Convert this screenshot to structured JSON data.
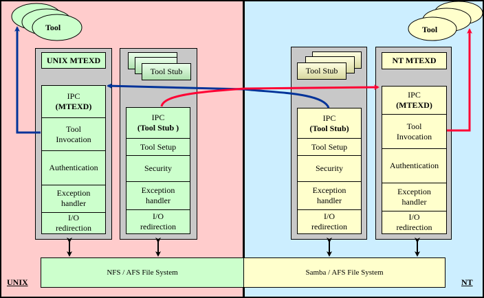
{
  "diagram": {
    "regions": {
      "unix": {
        "label": "UNIX",
        "color": "#ffcccc"
      },
      "nt": {
        "label": "NT",
        "color": "#cceeff"
      }
    },
    "tools": {
      "unix_tool": {
        "label": "Tool",
        "color": "#ccffcc"
      },
      "nt_tool": {
        "label": "Tool",
        "color": "#ffffcc"
      }
    },
    "unix_mtexd": {
      "title": "UNIX MTEXD",
      "layers": [
        {
          "line1": "IPC",
          "line2": "(MTEXD)"
        },
        {
          "line1": "Tool",
          "line2": "Invocation"
        },
        {
          "line1": "Authentication",
          "line2": ""
        },
        {
          "line1": "Exception",
          "line2": "handler"
        },
        {
          "line1": "I/O",
          "line2": "redirection"
        }
      ]
    },
    "unix_stub": {
      "stack_label": "Tool Stub",
      "layers": [
        {
          "line1": "IPC",
          "line2": "(Tool Stub )"
        },
        {
          "line1": "Tool Setup",
          "line2": ""
        },
        {
          "line1": "Security",
          "line2": ""
        },
        {
          "line1": "Exception",
          "line2": "handler"
        },
        {
          "line1": "I/O",
          "line2": "redirection"
        }
      ]
    },
    "nt_stub": {
      "stack_label": "Tool Stub",
      "layers": [
        {
          "line1": "IPC",
          "line2": "(Tool Stub)"
        },
        {
          "line1": "Tool Setup",
          "line2": ""
        },
        {
          "line1": "Security",
          "line2": ""
        },
        {
          "line1": "Exception",
          "line2": "handler"
        },
        {
          "line1": "I/O",
          "line2": "redirection"
        }
      ]
    },
    "nt_mtexd": {
      "title": "NT  MTEXD",
      "layers": [
        {
          "line1": "IPC",
          "line2": "(MTEXD)"
        },
        {
          "line1": "Tool",
          "line2": "Invocation"
        },
        {
          "line1": "Authentication",
          "line2": ""
        },
        {
          "line1": "Exception",
          "line2": "handler"
        },
        {
          "line1": "I/O",
          "line2": "redirection"
        }
      ]
    },
    "file_systems": {
      "unix": "NFS / AFS File System",
      "nt": "Samba / AFS File System"
    },
    "arrow_colors": {
      "unix_flow": "#003399",
      "nt_flow": "#ff0033",
      "fs_link": "#000000"
    }
  }
}
